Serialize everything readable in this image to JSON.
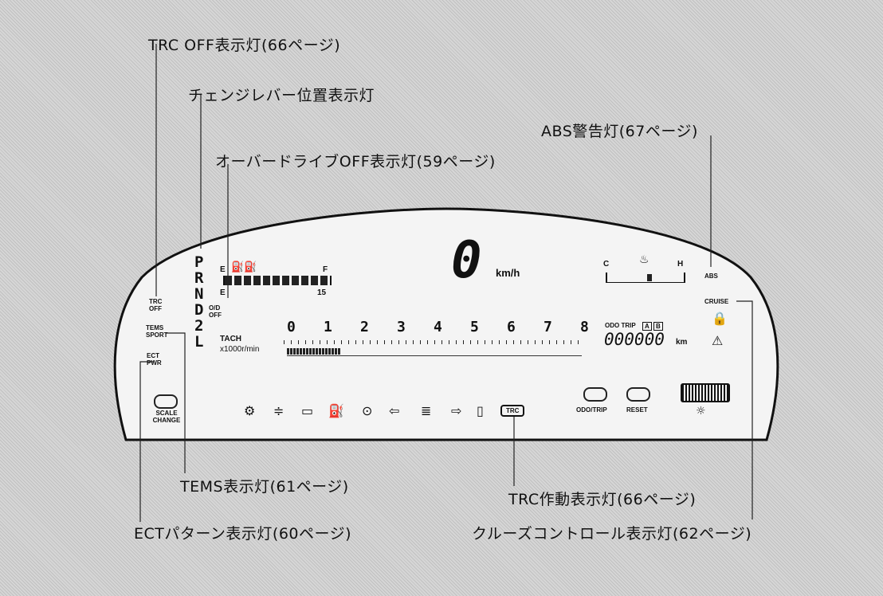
{
  "callouts": {
    "trc_off": "TRC OFF表示灯(66ページ)",
    "change_lever": "チェンジレバー位置表示灯",
    "od_off": "オーバードライブOFF表示灯(59ページ)",
    "abs": "ABS警告灯(67ページ)",
    "tems": "TEMS表示灯(61ページ)",
    "trc_active": "TRC作動表示灯(66ページ)",
    "ect": "ECTパターン表示灯(60ページ)",
    "cruise": "クルーズコントロール表示灯(62ページ)"
  },
  "cluster": {
    "fuel": {
      "empty": "E",
      "full": "F",
      "scale_low": "E",
      "scale_high": "15"
    },
    "speed": {
      "value": "0",
      "unit": "km/h"
    },
    "temp": {
      "cold": "C",
      "hot": "H"
    },
    "left_labels": {
      "trc_off": "TRC OFF",
      "od_off": "O/D OFF",
      "tems": "TEMS SPORT",
      "ect": "ECT PWR",
      "scale_change": "SCALE CHANGE"
    },
    "gears": [
      "P",
      "R",
      "N",
      "D",
      "2",
      "L"
    ],
    "tach": {
      "label": "TACH",
      "unit": "x1000r/min",
      "ticks": [
        "0",
        "1",
        "2",
        "3",
        "4",
        "5",
        "6",
        "7",
        "8"
      ]
    },
    "odo": {
      "label": "ODO TRIP",
      "trip_a": "A",
      "trip_b": "B",
      "value": "000000",
      "unit": "km"
    },
    "right_labels": {
      "abs": "ABS",
      "cruise": "CRUISE"
    },
    "buttons": {
      "odo_trip": "ODO/TRIP",
      "reset": "RESET"
    },
    "trc_badge": "TRC",
    "warning_icons": [
      "engine-check-icon",
      "glow-plug-icon",
      "battery-icon",
      "oil-pressure-icon",
      "brake-icon",
      "turn-left-icon",
      "high-beam-icon",
      "turn-right-icon",
      "door-ajar-icon"
    ]
  }
}
